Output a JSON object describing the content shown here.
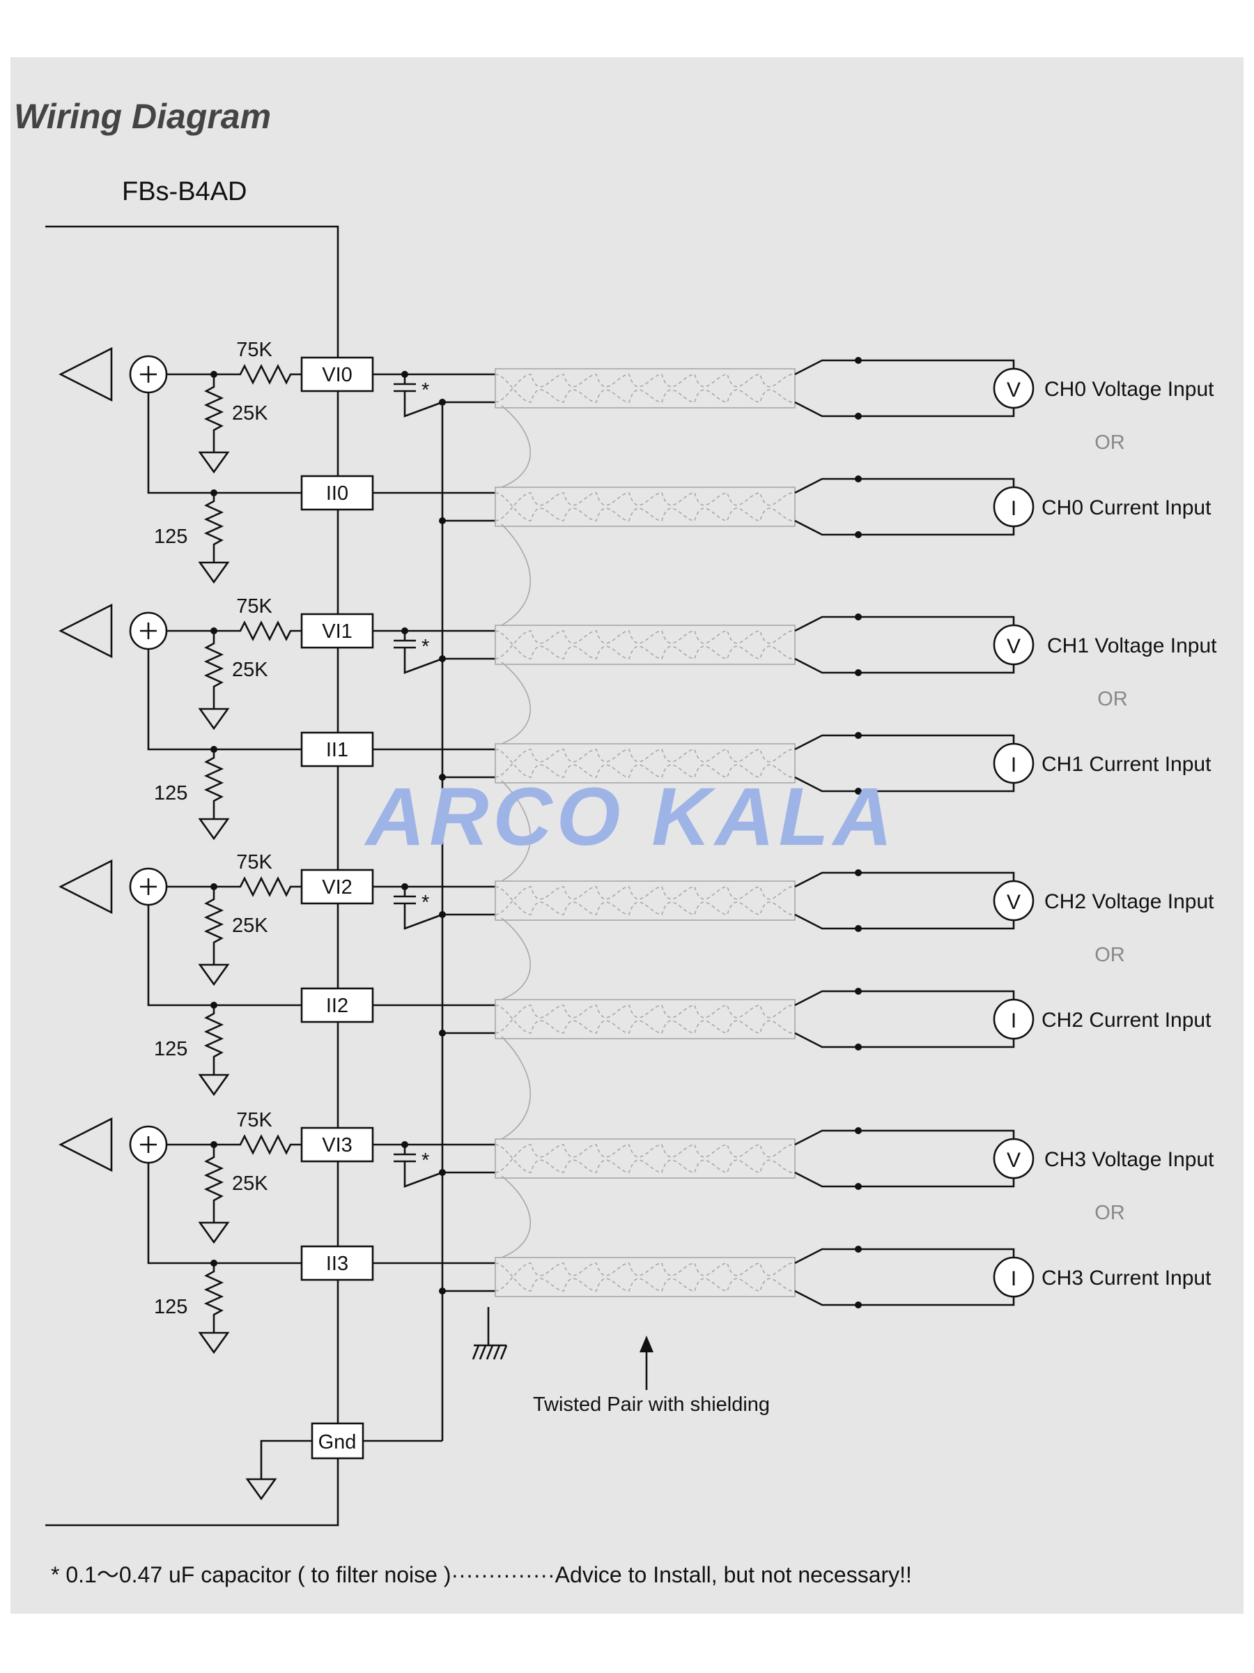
{
  "title": "Wiring Diagram",
  "module_name": "FBs-B4AD",
  "watermark": "ARCO KALA",
  "resistor_labels": {
    "r75": "75K",
    "r25": "25K",
    "r125": "125"
  },
  "capacitor_mark": "*",
  "or_label": "OR",
  "channels": [
    {
      "vi": "VI0",
      "ii": "II0",
      "voltage_label": "CH0 Voltage Input",
      "current_label": "CH0 Current Input",
      "v_symbol": "V",
      "i_symbol": "I"
    },
    {
      "vi": "VI1",
      "ii": "II1",
      "voltage_label": "CH1 Voltage Input",
      "current_label": "CH1 Current Input",
      "v_symbol": "V",
      "i_symbol": "I"
    },
    {
      "vi": "VI2",
      "ii": "II2",
      "voltage_label": "CH2 Voltage Input",
      "current_label": "CH2 Current Input",
      "v_symbol": "V",
      "i_symbol": "I"
    },
    {
      "vi": "VI3",
      "ii": "II3",
      "voltage_label": "CH3 Voltage Input",
      "current_label": "CH3 Current Input",
      "v_symbol": "V",
      "i_symbol": "I"
    }
  ],
  "gnd_label": "Gnd",
  "cable_label": "Twisted Pair with shielding",
  "footnote": "* 0.1～0.47 uF capacitor ( to filter noise )··············Advice to Install, but not necessary!!"
}
